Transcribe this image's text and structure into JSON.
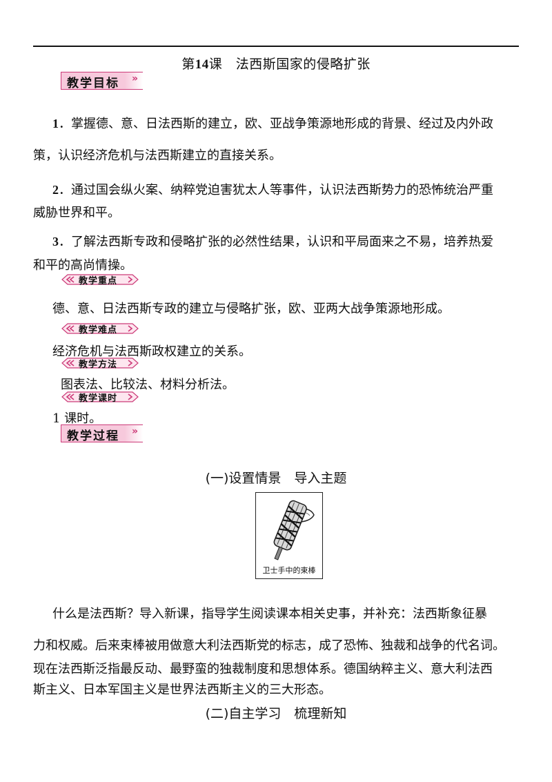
{
  "header": {
    "lesson_prefix": "第",
    "lesson_num": "14",
    "lesson_suffix": "课　法西斯国家的侵略扩张"
  },
  "objectives": {
    "label": "教学目标",
    "items": [
      {
        "num": "1",
        "text_a": "．掌握德、意、日法西斯的建立，欧、亚战争策源地形成的背景、经过及内外政",
        "text_b": "策，认识经济危机与法西斯建立的直接关系。"
      },
      {
        "num": "2",
        "text_a": "．通过国会纵火案、纳粹党迫害犹太人等事件，认识法西斯势力的恐怖统治严重",
        "text_b": "威胁世界和平。"
      },
      {
        "num": "3",
        "text_a": "．了解法西斯专政和侵略扩张的必然性结果，认识和平局面来之不易，培养热爱",
        "text_b": "和平的高尚情操。"
      }
    ]
  },
  "key_points": {
    "label": "教学重点",
    "text": "德、意、日法西斯专政的建立与侵略扩张，欧、亚两大战争策源地形成。"
  },
  "difficulties": {
    "label": "教学难点",
    "text": "经济危机与法西斯政权建立的关系。"
  },
  "methods": {
    "label": "教学方法",
    "text": "图表法、比较法、材料分析法。"
  },
  "hours": {
    "label": "教学课时",
    "text": "1 课时。"
  },
  "process": {
    "label": "教学过程"
  },
  "section1": {
    "title": "(一)设置情景　导入主题"
  },
  "figure": {
    "caption": "卫士手中的束棒"
  },
  "intro": {
    "line1": "什么是法西斯？导入新课，指导学生阅读课本相关史事，并补充：法西斯象征暴",
    "line2": "力和权威。后来束棒被用做意大利法西斯党的标志，成了恐怖、独裁和战争的代名词。",
    "line3": "现在法西斯泛指最反动、最野蛮的独裁制度和思想体系。德国纳粹主义、意大利法西",
    "line4": "斯主义、日本军国主义是世界法西斯主义的三大形态。"
  },
  "section2": {
    "title": "(二)自主学习　梳理新知"
  },
  "colors": {
    "accent": "#cc3a78",
    "tag_fill": "#f7c9dc"
  }
}
